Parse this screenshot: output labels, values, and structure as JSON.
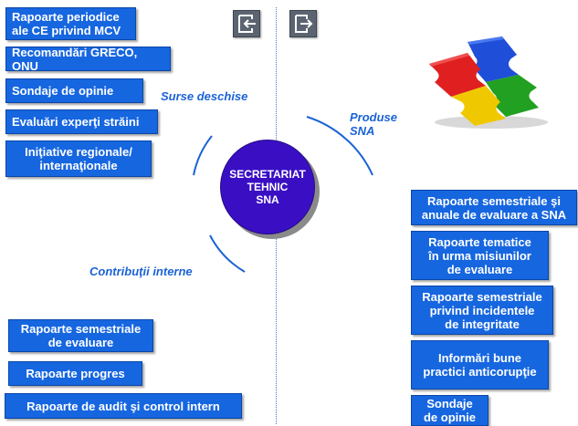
{
  "center": {
    "label": "SECRETARIAT\nTEHNIC\nSNA",
    "color": "#3a0fc4"
  },
  "labels": {
    "open_sources": "Surse deschise",
    "products": "Produse\nSNA",
    "internal_contributions": "Contribuţii interne"
  },
  "icons": {
    "left": "import-arrow-icon",
    "right": "export-arrow-icon"
  },
  "open_sources": [
    "Rapoarte periodice\nale CE privind MCV",
    "Recomandări GRECO, ONU",
    "Sondaje de opinie",
    "Evaluări experţi străini",
    "Iniţiative regionale/\ninternaţionale"
  ],
  "internal": [
    "Rapoarte semestriale\nde evaluare",
    "Rapoarte progres",
    "Rapoarte de audit şi control intern"
  ],
  "products": [
    "Rapoarte semestriale şi\nanuale de evaluare a SNA",
    "Rapoarte tematice\nîn urma misiunilor\nde evaluare",
    "Rapoarte semestriale\nprivind incidentele\nde integritate",
    "Informări bune\npractici anticorupţie",
    "Sondaje\nde opinie"
  ],
  "colors": {
    "box": "#1666e0",
    "text_accent": "#1b63d6",
    "center": "#3a0fc4"
  }
}
